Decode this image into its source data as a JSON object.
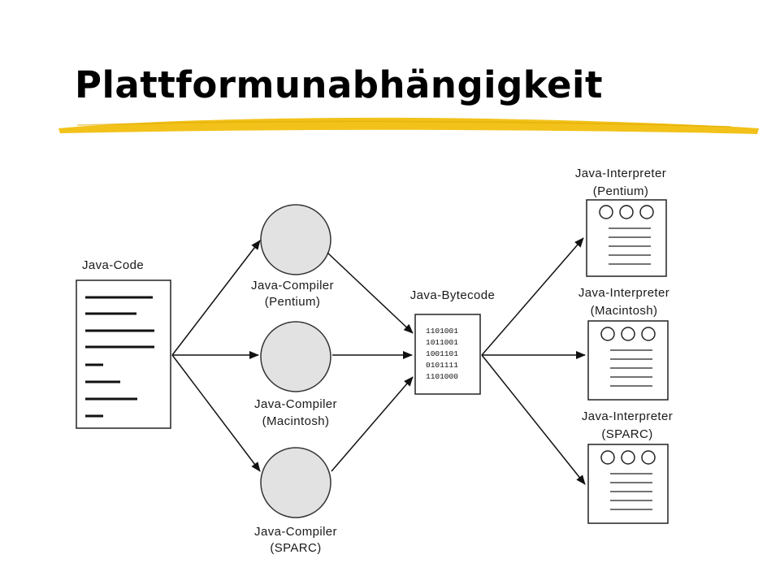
{
  "title": "Plattformunabhängigkeit",
  "accent_color": "#f2c21a",
  "diagram": {
    "source": {
      "label": "Java-Code"
    },
    "compilers": [
      {
        "label_line1": "Java-Compiler",
        "label_line2": "(Pentium)"
      },
      {
        "label_line1": "Java-Compiler",
        "label_line2": "(Macintosh)"
      },
      {
        "label_line1": "Java-Compiler",
        "label_line2": "(SPARC)"
      }
    ],
    "bytecode": {
      "label": "Java-Bytecode",
      "bits": [
        "1101001",
        "1011001",
        "1001101",
        "0101111",
        "1101000"
      ]
    },
    "interpreters": [
      {
        "label_line1": "Java-Interpreter",
        "label_line2": "(Pentium)"
      },
      {
        "label_line1": "Java-Interpreter",
        "label_line2": "(Macintosh)"
      },
      {
        "label_line1": "Java-Interpreter",
        "label_line2": "(SPARC)"
      }
    ]
  }
}
